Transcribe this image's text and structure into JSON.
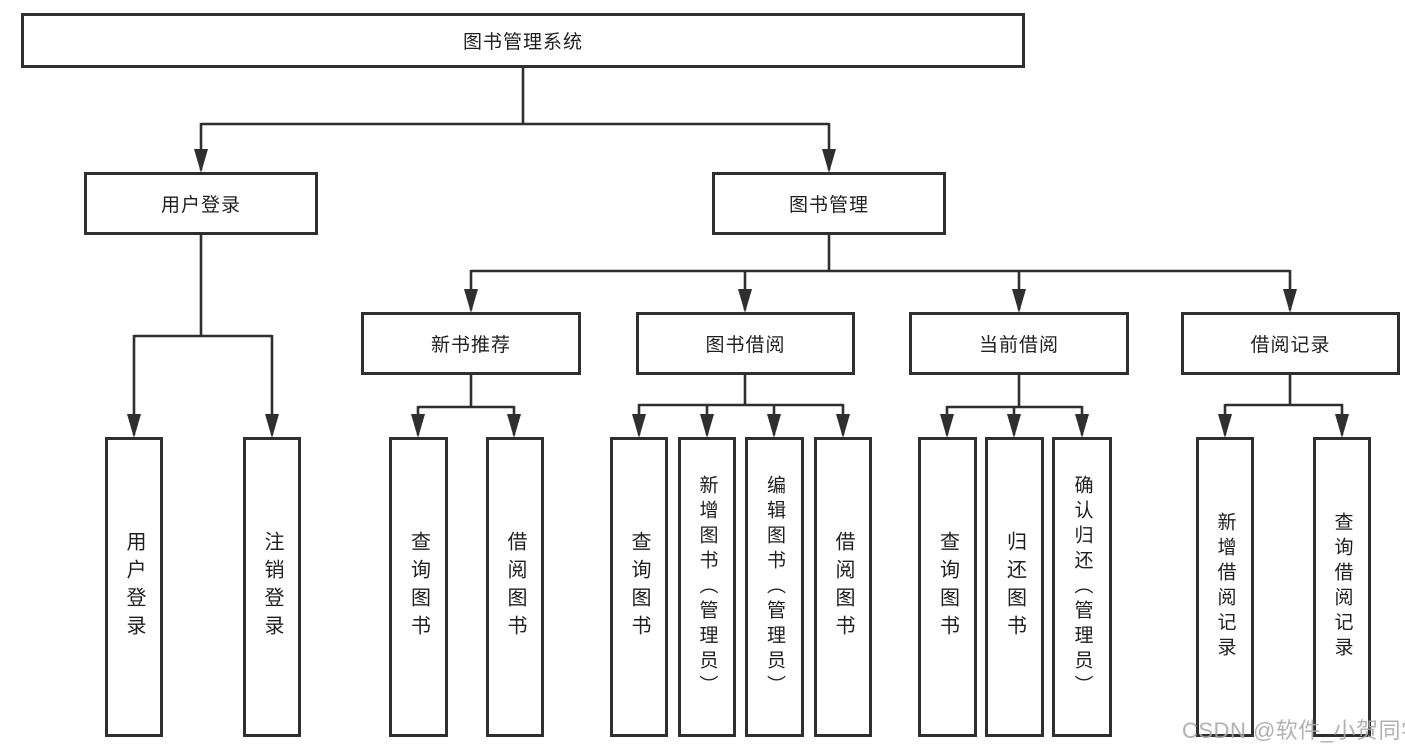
{
  "diagram": {
    "title": "图书管理系统",
    "type": "function-structure-tree",
    "colors": {
      "line": "#2f2f2f",
      "box_border": "#2f2f2f",
      "box_fill": "#ffffff",
      "text": "#1f1f1f",
      "watermark": "#a8a8a8",
      "background": "#ffffff"
    },
    "root": {
      "label": "图书管理系统"
    },
    "level2": [
      {
        "label": "用户登录"
      },
      {
        "label": "图书管理"
      }
    ],
    "level3": [
      {
        "label": "新书推荐"
      },
      {
        "label": "图书借阅"
      },
      {
        "label": "当前借阅"
      },
      {
        "label": "借阅记录"
      }
    ],
    "leaves": {
      "user_login": [
        {
          "label": "用户登录"
        },
        {
          "label": "注销登录"
        }
      ],
      "new_books": [
        {
          "label": "查询图书"
        },
        {
          "label": "借阅图书"
        }
      ],
      "book_borrow": [
        {
          "label": "查询图书"
        },
        {
          "label": "新增图书（管理员）"
        },
        {
          "label": "编辑图书（管理员）"
        },
        {
          "label": "借阅图书"
        }
      ],
      "current_borrow": [
        {
          "label": "查询图书"
        },
        {
          "label": "归还图书"
        },
        {
          "label": "确认归还（管理员）"
        }
      ],
      "borrow_records": [
        {
          "label": "新增借阅记录"
        },
        {
          "label": "查询借阅记录"
        }
      ]
    }
  },
  "watermark": {
    "text": "CSDN @软件_小贺同学"
  }
}
